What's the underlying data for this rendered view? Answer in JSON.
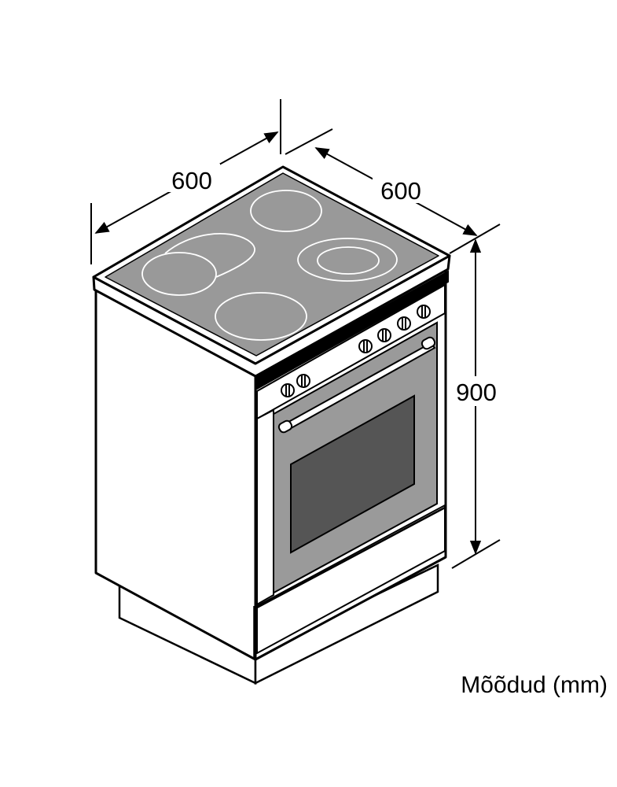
{
  "dimensions": {
    "width": "600",
    "depth": "600",
    "height": "900"
  },
  "caption": "Mõõdud (mm)"
}
